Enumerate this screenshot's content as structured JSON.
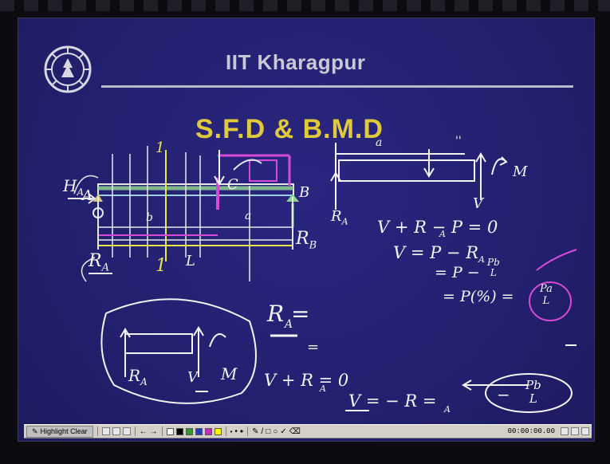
{
  "slide": {
    "title": "IIT Kharagpur",
    "heading": "S.F.D & B.M.D"
  },
  "handwriting": {
    "beam_left_force": "H",
    "beam_left_force_sub": "A",
    "node_a": "A",
    "node_b": "B",
    "node_c": "C",
    "reaction_left": "R",
    "reaction_left_sub": "A",
    "reaction_right": "R",
    "reaction_right_sub": "B",
    "section_mark_top": "1",
    "section_mark_bottom": "1",
    "span_label": "L",
    "dim_a": "a",
    "dim_b": "b",
    "fbd_top_label": "a",
    "fbd_load_mark": "''",
    "fbd_moment": "M",
    "fbd_shear": "V",
    "fbd_reaction": "R",
    "fbd_reaction_sub": "A",
    "eq1": "V + R  − P = 0",
    "eq1_sub": "A",
    "eq2": "V = P − R",
    "eq2_sub": "A",
    "eq3_left": "= P −",
    "eq3_num": "Pb",
    "eq3_den": "L",
    "eq4_left": "= P(",
    "eq4_mid": "%",
    "eq4_right": ") =",
    "eq4_num": "Pa",
    "eq4_den": "L",
    "ra_eq": "R  =",
    "ra_eq_sub": "A",
    "ra_eq2": "=",
    "eq5": "V + R  = 0",
    "eq5_sub": "A",
    "eq6": "V = − R  =",
    "eq6_sub": "A",
    "eq6_sign": "−",
    "eq6_num": "Pb",
    "eq6_den": "L",
    "circle_reaction": "R",
    "circle_reaction_sub": "A",
    "circle_shear": "V",
    "circle_moment": "M"
  },
  "taskbar": {
    "start_label": "Highlight Clear",
    "clock": "00:00:00.00"
  },
  "colors": {
    "board": "#23206f",
    "chalk": "#f4f4f4",
    "heading": "#e0c93a",
    "green_line": "#8fd08f",
    "yellow_line": "#e6e64a",
    "magenta_line": "#d64ad6",
    "swatches": [
      "#ffffff",
      "#000000",
      "#2e9b2e",
      "#1f3fbf",
      "#c030c0",
      "#ffff00"
    ]
  }
}
